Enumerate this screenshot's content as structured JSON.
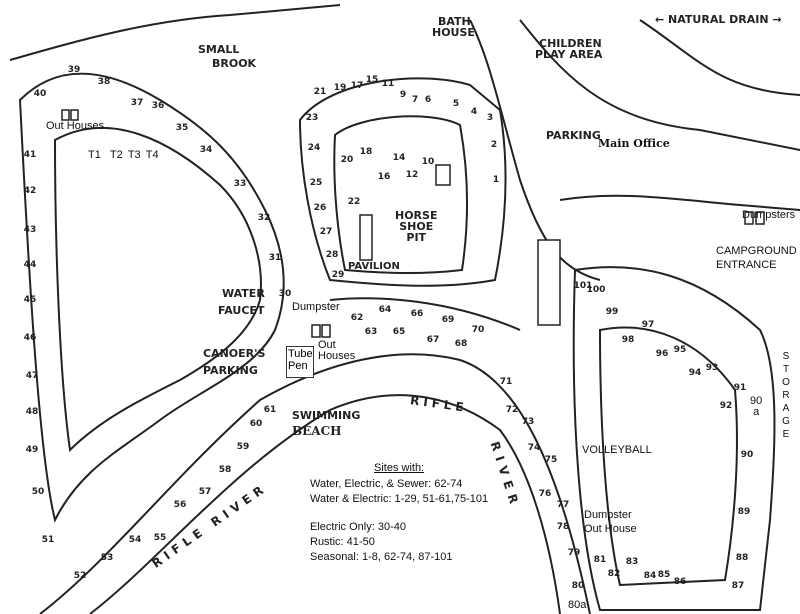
{
  "labels": {
    "small_brook": [
      "SMALL",
      "BROOK"
    ],
    "bath_house": [
      "BATH",
      "HOUSE"
    ],
    "children_play": [
      "CHILDREN",
      "PLAY AREA"
    ],
    "natural_drain": "NATURAL DRAIN",
    "out_houses_top": "Out Houses",
    "parking": "PARKING",
    "main_office": "Main Office",
    "horse_shoe": [
      "HORSE",
      "SHOE",
      "PIT"
    ],
    "pavilion": "PAVILION",
    "dumpsters_right": "Dumpsters",
    "campground_entrance": [
      "CAMPGROUND",
      "ENTRANCE"
    ],
    "water_faucet": [
      "WATER",
      "FAUCET"
    ],
    "dumpster_mid": "Dumpster",
    "tube_pen": [
      "Tube",
      "Pen"
    ],
    "out_houses_mid": [
      "Out",
      "Houses"
    ],
    "canoers_parking": [
      "CANOER'S",
      "PARKING"
    ],
    "swimming_beach": [
      "SWIMMING",
      "BEACH"
    ],
    "rifle_top": "RIFLE",
    "river_right": "RIVER",
    "rifle_river_bottom": "RIFLE RIVER",
    "volleyball": "VOLLEYBALL",
    "dumpster_outhouse": [
      "Dumpster",
      "Out House"
    ],
    "storage": [
      "S",
      "T",
      "O",
      "R",
      "A",
      "G",
      "E"
    ],
    "tents": [
      "T1",
      "T2",
      "T3",
      "T4"
    ],
    "site_90a": [
      "90",
      "a"
    ],
    "site_80a": "80a"
  },
  "legend": {
    "title": "Sites with:",
    "lines": [
      "Water, Electric, & Sewer: 62-74",
      "Water & Electric: 1-29, 51-61,75-101",
      "",
      "Electric Only: 30-40",
      "Rustic: 41-50",
      "Seasonal: 1-8, 62-74, 87-101"
    ]
  },
  "sites": [
    "40",
    "39",
    "38",
    "37",
    "36",
    "35",
    "34",
    "33",
    "32",
    "31",
    "30",
    "41",
    "42",
    "43",
    "44",
    "45",
    "46",
    "47",
    "48",
    "49",
    "50",
    "51",
    "52",
    "53",
    "54",
    "55",
    "56",
    "57",
    "58",
    "59",
    "60",
    "61",
    "21",
    "19",
    "17",
    "15",
    "11",
    "9",
    "7",
    "6",
    "5",
    "4",
    "3",
    "2",
    "1",
    "23",
    "24",
    "25",
    "26",
    "27",
    "28",
    "29",
    "20",
    "18",
    "16",
    "14",
    "12",
    "10",
    "22",
    "62",
    "63",
    "64",
    "65",
    "66",
    "67",
    "68",
    "69",
    "70",
    "71",
    "72",
    "73",
    "74",
    "75",
    "76",
    "77",
    "78",
    "79",
    "80",
    "81",
    "82",
    "83",
    "84",
    "85",
    "86",
    "101",
    "100",
    "99",
    "98",
    "97",
    "96",
    "95",
    "94",
    "93",
    "92",
    "91",
    "90",
    "89",
    "88",
    "87"
  ]
}
